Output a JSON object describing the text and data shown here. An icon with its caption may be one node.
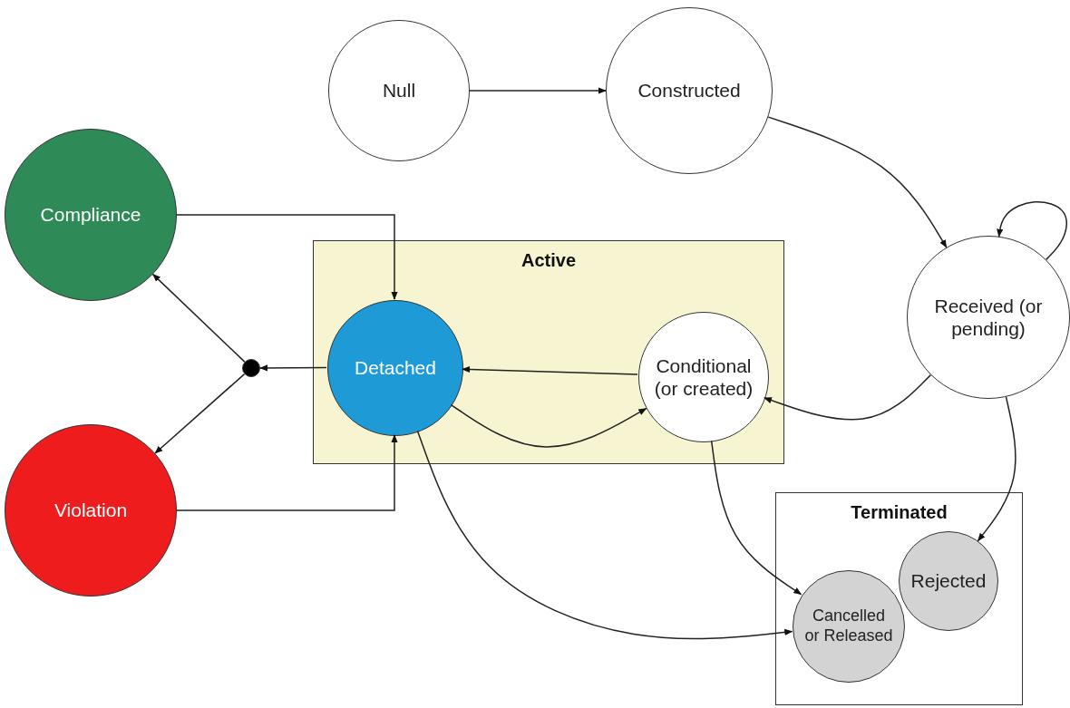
{
  "diagram": {
    "nodes": [
      {
        "text": [
          "Null"
        ]
      },
      {
        "text": [
          "Constructed"
        ]
      },
      {
        "text": [
          "Compliance"
        ]
      },
      {
        "text": [
          "Active"
        ]
      },
      {
        "text": [
          "Detached"
        ],
        "in": 3
      },
      {
        "text": [
          "Conditional (or created)"
        ],
        "in": 3
      },
      {
        "text": [
          "Received (or pending)"
        ]
      },
      {
        "text": [],
        "shape": "circle"
      },
      {
        "text": [
          "Violation"
        ]
      },
      {
        "text": [
          "Terminated"
        ]
      },
      {
        "text": [
          "Rejected"
        ],
        "in": 9
      },
      {
        "text": [
          "Cancelled or Released"
        ],
        "in": 9
      }
    ],
    "edges": [
      {
        "from": 0,
        "to": 1,
        "arrow": "to"
      },
      {
        "from": 1,
        "to": 6,
        "arrow": "to"
      },
      {
        "from": 6,
        "to": 6,
        "arrow": "to"
      },
      {
        "from": 6,
        "to": 5,
        "arrow": "to"
      },
      {
        "from": 6,
        "to": 10,
        "arrow": "to"
      },
      {
        "from": 5,
        "to": 4,
        "arrow": "to"
      },
      {
        "from": 4,
        "to": 5,
        "arrow": "to"
      },
      {
        "from": 2,
        "to": 4,
        "arrow": "to"
      },
      {
        "from": 8,
        "to": 4,
        "arrow": "to"
      },
      {
        "from": 4,
        "to": 7,
        "arrow": "to"
      },
      {
        "from": 7,
        "to": 2,
        "arrow": "to"
      },
      {
        "from": 7,
        "to": 8,
        "arrow": "to"
      },
      {
        "from": 5,
        "to": 11,
        "arrow": "to"
      },
      {
        "from": 4,
        "to": 11,
        "arrow": "to"
      }
    ]
  }
}
